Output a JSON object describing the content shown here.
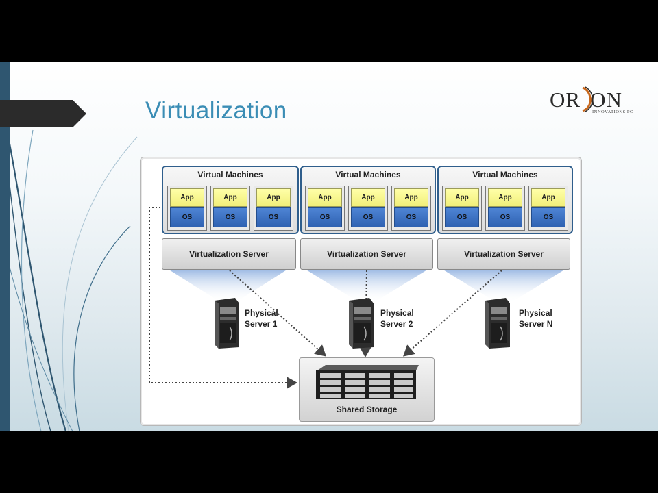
{
  "slide": {
    "title": "Virtualization",
    "logo": {
      "word_left": "OR",
      "word_right": "ON",
      "subtitle": "INNOVATIONS PC"
    },
    "colors": {
      "title": "#3a8db5",
      "side_bar": "#2f5670",
      "tab": "#2b2b2b"
    }
  },
  "diagram": {
    "vm_groups": [
      {
        "title": "Virtual Machines",
        "vms": [
          {
            "app": "App",
            "os": "OS"
          },
          {
            "app": "App",
            "os": "OS"
          },
          {
            "app": "App",
            "os": "OS"
          }
        ]
      },
      {
        "title": "Virtual Machines",
        "vms": [
          {
            "app": "App",
            "os": "OS"
          },
          {
            "app": "App",
            "os": "OS"
          },
          {
            "app": "App",
            "os": "OS"
          }
        ]
      },
      {
        "title": "Virtual Machines",
        "vms": [
          {
            "app": "App",
            "os": "OS"
          },
          {
            "app": "App",
            "os": "OS"
          },
          {
            "app": "App",
            "os": "OS"
          }
        ]
      }
    ],
    "virtualization_servers": [
      {
        "label": "Virtualization  Server"
      },
      {
        "label": "Virtualization  Server"
      },
      {
        "label": "Virtualization  Server"
      }
    ],
    "physical_servers": [
      {
        "line1": "Physical",
        "line2": "Server 1"
      },
      {
        "line1": "Physical",
        "line2": "Server 2"
      },
      {
        "line1": "Physical",
        "line2": "Server N"
      }
    ],
    "shared_storage": {
      "label": "Shared Storage"
    },
    "colors": {
      "app": "#f1ef7a",
      "os": "#3a6fc4",
      "group_border": "#2f5e8c"
    }
  }
}
